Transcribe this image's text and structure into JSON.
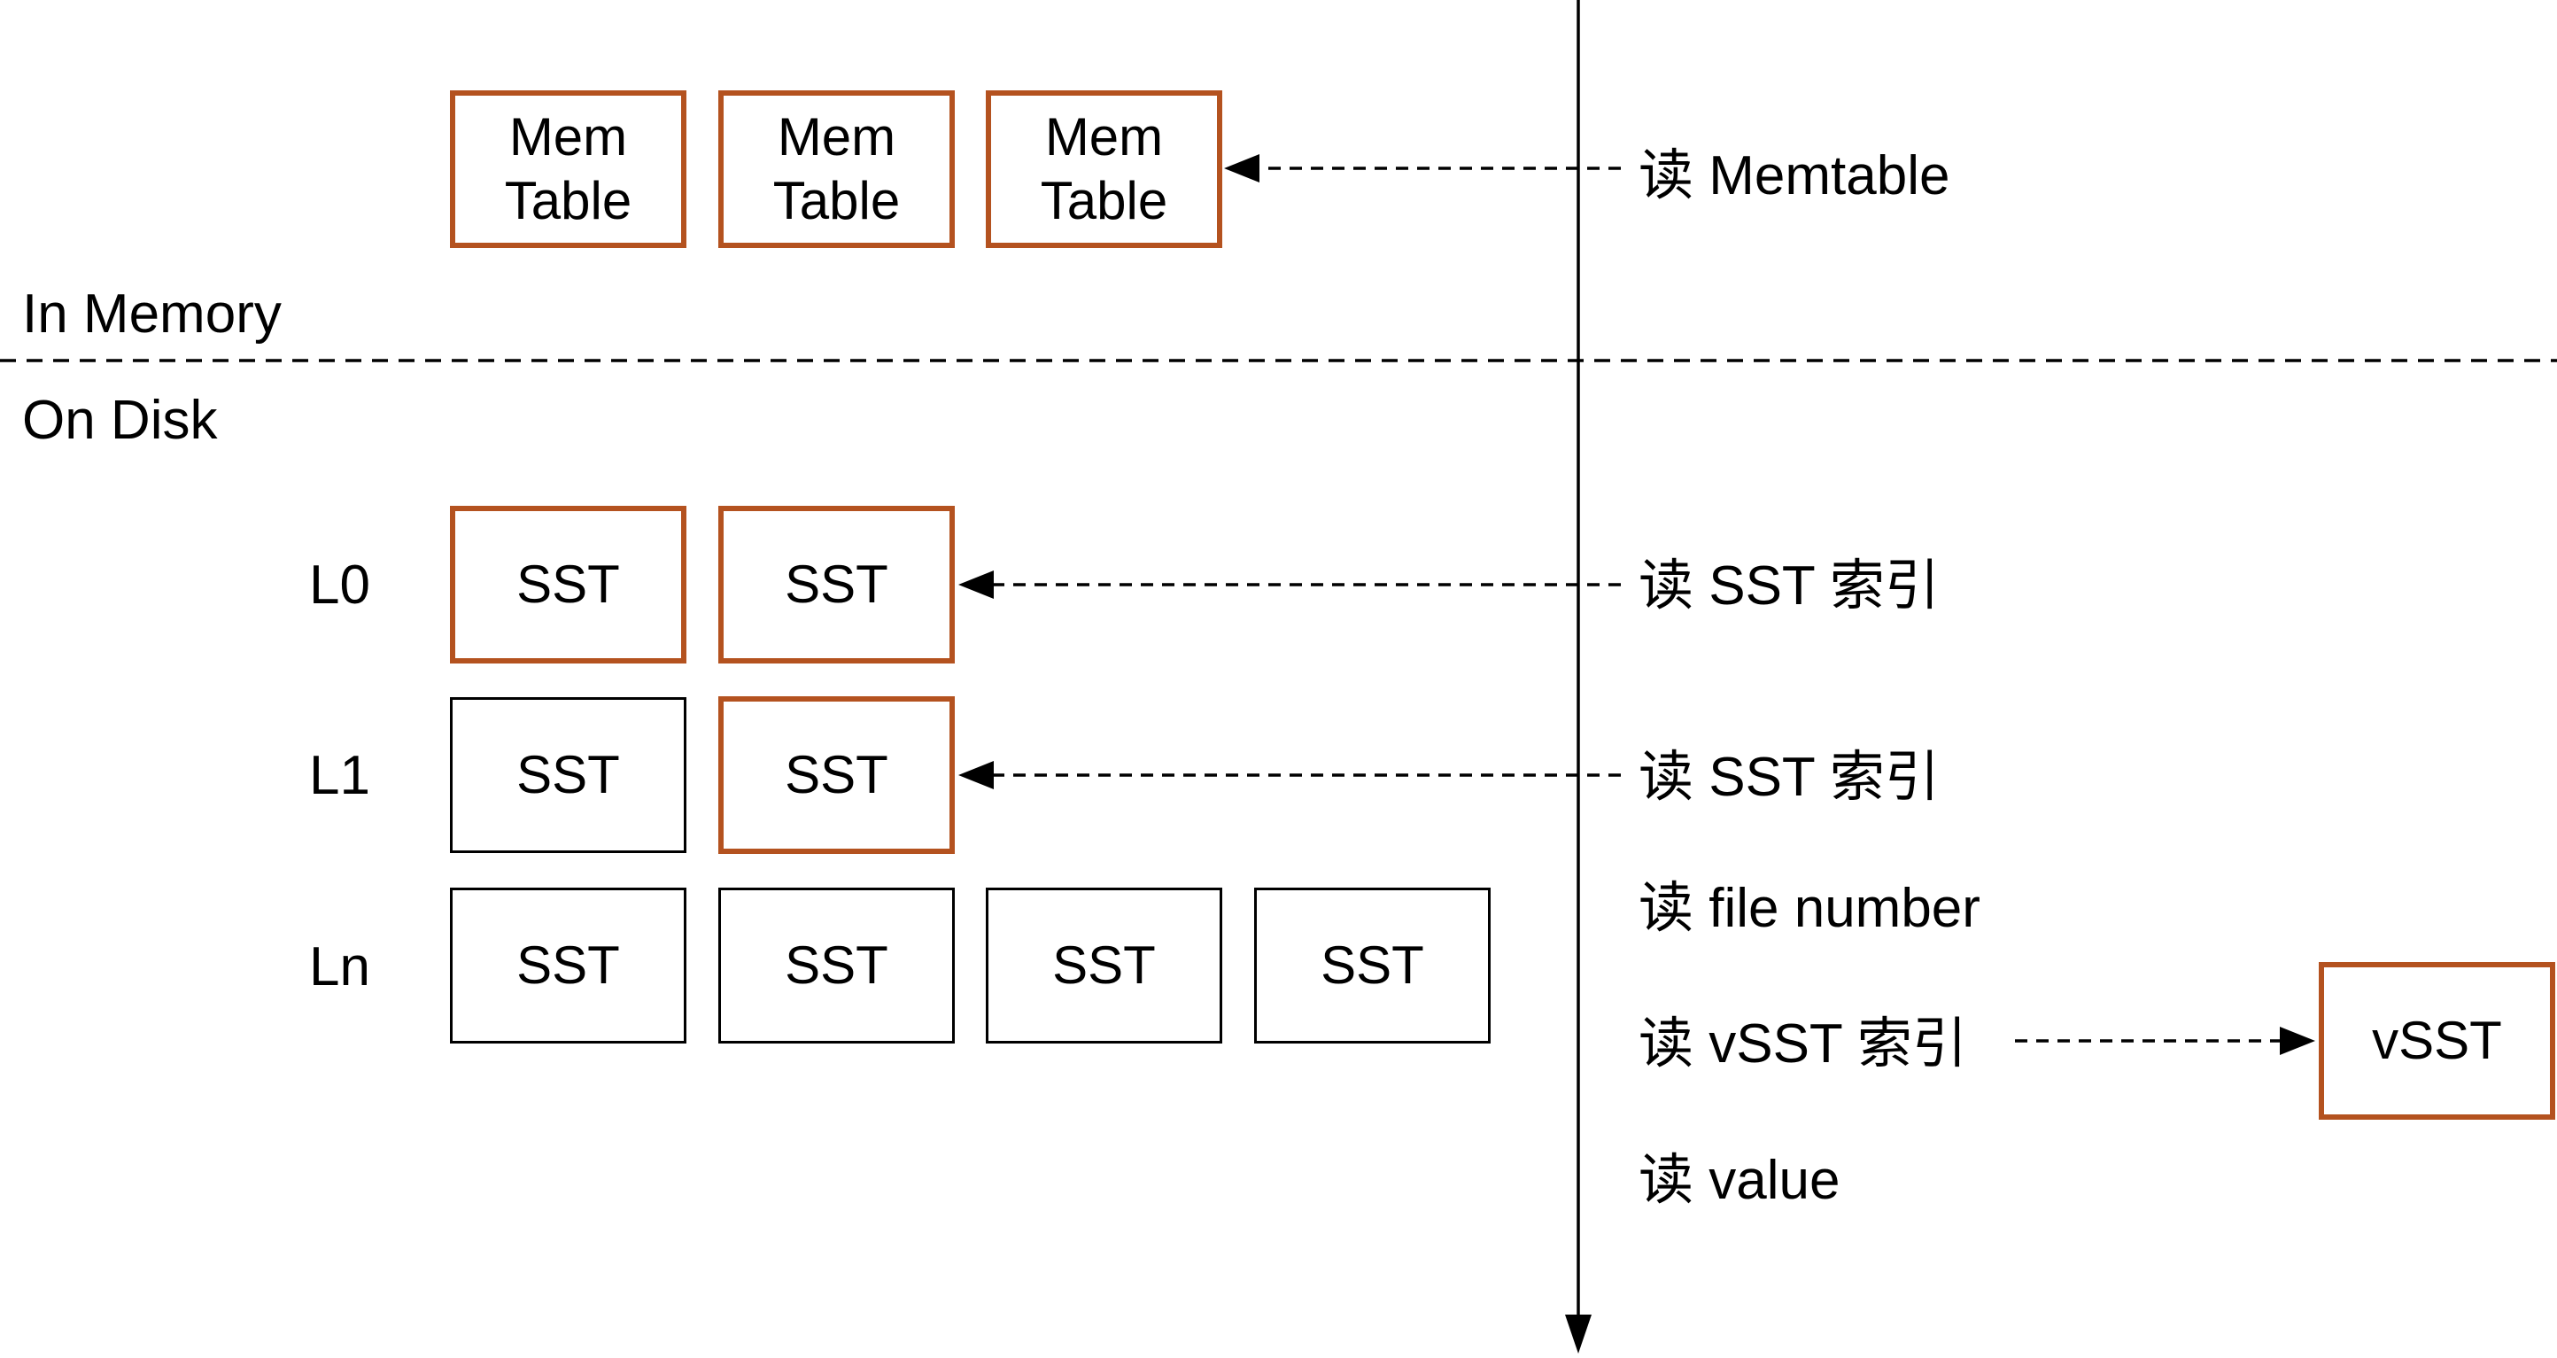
{
  "regions": {
    "memory_label": "In Memory",
    "disk_label": "On Disk"
  },
  "memtables": [
    {
      "line1": "Mem",
      "line2": "Table"
    },
    {
      "line1": "Mem",
      "line2": "Table"
    },
    {
      "line1": "Mem",
      "line2": "Table"
    }
  ],
  "levels": {
    "l0": "L0",
    "l1": "L1",
    "ln": "Ln"
  },
  "sst_label": "SST",
  "vsst_label": "vSST",
  "read_steps": {
    "memtable": "读 Memtable",
    "l0_index": "读 SST 索引",
    "l1_index": "读 SST 索引",
    "file_number": "读 file number",
    "vsst_index": "读 vSST 索引",
    "value": "读 value"
  },
  "colors": {
    "highlight_border": "#b4521f",
    "plain_border": "#000000",
    "line": "#000000"
  }
}
